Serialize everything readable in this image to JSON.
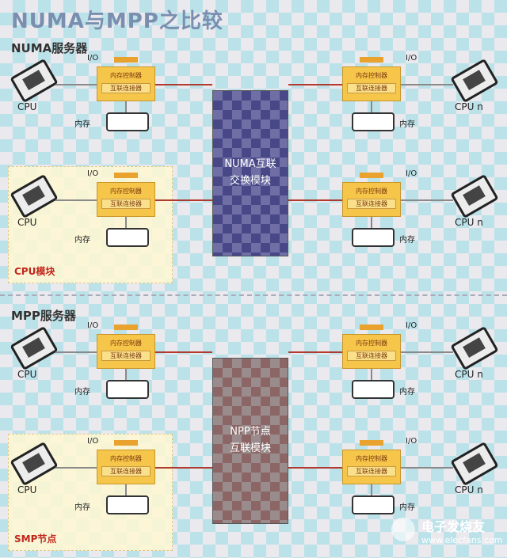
{
  "title": "NUMA与MPP之比较",
  "numa": {
    "heading": "NUMA服务器",
    "center_box": [
      "NUMA互联",
      "交换模块"
    ],
    "node_label": "CPU模块"
  },
  "mpp": {
    "heading": "MPP服务器",
    "center_box": [
      "NPP节点",
      "互联模块"
    ],
    "node_label": "SMP节点"
  },
  "unit": {
    "io": "I/O",
    "controller_line1": "内存控制器",
    "controller_line2": "互联连接器",
    "memory": "内存",
    "cpu_left": "CPU",
    "cpu_right": "CPU n"
  },
  "watermark": {
    "text": "电子发烧友",
    "url": "www.elecfans.com"
  }
}
